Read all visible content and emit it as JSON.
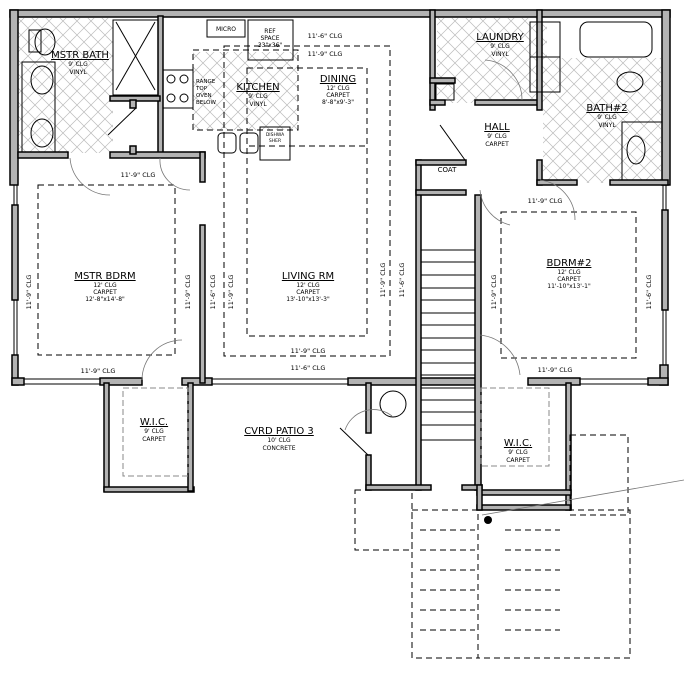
{
  "rooms": {
    "mstr_bath": {
      "name": "MSTR BATH",
      "ceiling": "9' CLG",
      "floor": "VINYL"
    },
    "kitchen": {
      "name": "KITCHEN",
      "ceiling": "9' CLG",
      "floor": "VINYL"
    },
    "dining": {
      "name": "DINING",
      "ceiling": "12' CLG",
      "floor": "CARPET",
      "size": "8'-8\"x9'-3\""
    },
    "laundry": {
      "name": "LAUNDRY",
      "ceiling": "9' CLG",
      "floor": "VINYL"
    },
    "hall": {
      "name": "HALL",
      "ceiling": "9' CLG",
      "floor": "CARPET"
    },
    "bath2": {
      "name": "BATH#2",
      "ceiling": "9' CLG",
      "floor": "VINYL"
    },
    "coat": {
      "name": "COAT"
    },
    "mstr_bdrm": {
      "name": "MSTR BDRM",
      "ceiling": "12' CLG",
      "floor": "CARPET",
      "size": "12'-8\"x14'-8\""
    },
    "living_rm": {
      "name": "LIVING RM",
      "ceiling": "12' CLG",
      "floor": "CARPET",
      "size": "13'-10\"x13'-3\""
    },
    "bdrm2": {
      "name": "BDRM#2",
      "ceiling": "12' CLG",
      "floor": "CARPET",
      "size": "11'-10\"x13'-1\""
    },
    "wic1": {
      "name": "W.I.C.",
      "ceiling": "9' CLG",
      "floor": "CARPET"
    },
    "wic2": {
      "name": "W.I.C.",
      "ceiling": "9' CLG",
      "floor": "CARPET"
    },
    "patio": {
      "name": "CVRD PATIO 3",
      "ceiling": "10' CLG",
      "floor": "CONCRETE"
    }
  },
  "fixtures": {
    "micro": "MICRO",
    "ref": [
      "REF",
      "SPACE",
      "33\"x36\""
    ],
    "range": [
      "RANGE",
      "TOP",
      "OVEN",
      "BELOW"
    ],
    "dishwasher": [
      "DISHWA",
      "SHER"
    ]
  },
  "ceiling_labels": {
    "c1": "11'-6\" CLG",
    "c2": "11'-9\" CLG",
    "c3": "11'-9\" CLG",
    "c4": "11'-9\" CLG",
    "c5": "11'-9\" CLG",
    "c6": "11'-9\" CLG",
    "c7": "11'-6\" CLG",
    "c8": "11'-9\" CLG",
    "c9": "11'-6\" CLG",
    "c10": "11'-9\" CLG",
    "c11": "11'-9\" CLG",
    "c12": "11'-9\" CLG",
    "c13": "11'-9\" CLG",
    "c14": "11'-9\" CLG",
    "c15": "11'-6\" CLG",
    "c16": "11'-6\" CLG"
  }
}
